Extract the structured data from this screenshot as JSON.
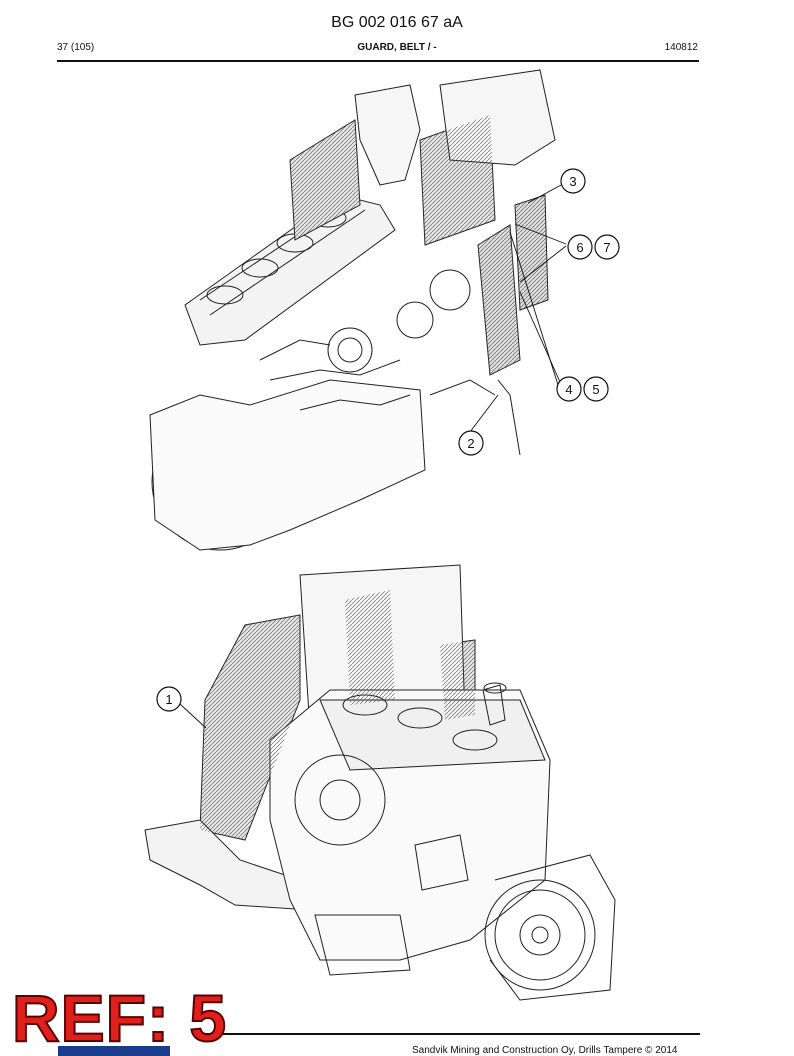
{
  "header": {
    "doc_number": "BG 002 016 67 aA",
    "page": "37 (105)",
    "section": "GUARD, BELT / -",
    "date": "140812"
  },
  "callouts": {
    "c1": "1",
    "c2": "2",
    "c3": "3",
    "c4": "4",
    "c5": "5",
    "c6": "6",
    "c7": "7"
  },
  "stamp": {
    "text": "REF: 5"
  },
  "footer": {
    "text": "Sandvik Mining and Construction Oy, Drills Tampere © 2014"
  }
}
